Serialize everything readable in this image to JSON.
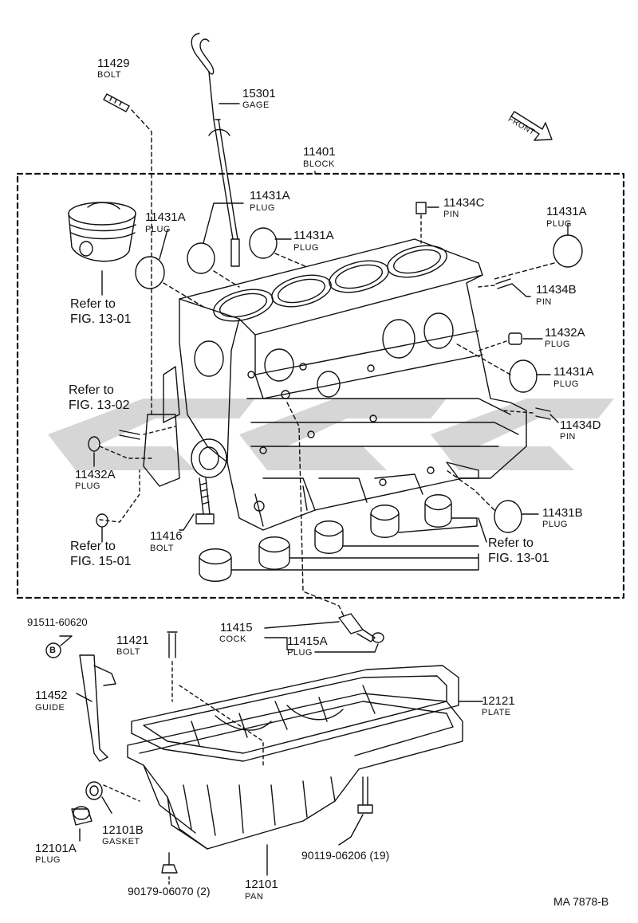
{
  "page": {
    "doc_code": "MA 7878-B",
    "front_label": "FRONT"
  },
  "parts": {
    "p11429": {
      "number": "11429",
      "name": "BOLT"
    },
    "p15301": {
      "number": "15301",
      "name": "GAGE"
    },
    "p11401": {
      "number": "11401",
      "name": "BLOCK"
    },
    "p11431A_a": {
      "number": "11431A",
      "name": "PLUG"
    },
    "p11431A_b": {
      "number": "11431A",
      "name": "PLUG"
    },
    "p11431A_c": {
      "number": "11431A",
      "name": "PLUG"
    },
    "p11431A_d": {
      "number": "11431A",
      "name": "PLUG"
    },
    "p11431A_e": {
      "number": "11431A",
      "name": "PLUG"
    },
    "p11434C": {
      "number": "11434C",
      "name": "PIN"
    },
    "p11434B": {
      "number": "11434B",
      "name": "PIN"
    },
    "p11432A_r": {
      "number": "11432A",
      "name": "PLUG"
    },
    "p11434D": {
      "number": "11434D",
      "name": "PIN"
    },
    "p11432A_l": {
      "number": "11432A",
      "name": "PLUG"
    },
    "p11416": {
      "number": "11416",
      "name": "BOLT"
    },
    "p11431B": {
      "number": "11431B",
      "name": "PLUG"
    },
    "p91511": {
      "number": "91511-60620",
      "name": ""
    },
    "p11421": {
      "number": "11421",
      "name": "BOLT"
    },
    "p11415": {
      "number": "11415",
      "name": "COCK"
    },
    "p11415A": {
      "number": "11415A",
      "name": "PLUG"
    },
    "p12121": {
      "number": "12121",
      "name": "PLATE"
    },
    "p11452": {
      "number": "11452",
      "name": "GUIDE"
    },
    "p12101A": {
      "number": "12101A",
      "name": "PLUG"
    },
    "p12101B": {
      "number": "12101B",
      "name": "GASKET"
    },
    "p90119": {
      "number": "90119-06206 (19)",
      "name": ""
    },
    "p90179": {
      "number": "90179-06070 (2)",
      "name": ""
    },
    "p12101": {
      "number": "12101",
      "name": "PAN"
    }
  },
  "refs": {
    "ref_piston": {
      "line1": "Refer to",
      "line2": "FIG. 13-01"
    },
    "ref_1302": {
      "line1": "Refer to",
      "line2": "FIG. 13-02"
    },
    "ref_1501": {
      "line1": "Refer to",
      "line2": "FIG. 15-01"
    },
    "ref_bearing": {
      "line1": "Refer to",
      "line2": "FIG. 13-01"
    }
  },
  "callout_b": "B"
}
